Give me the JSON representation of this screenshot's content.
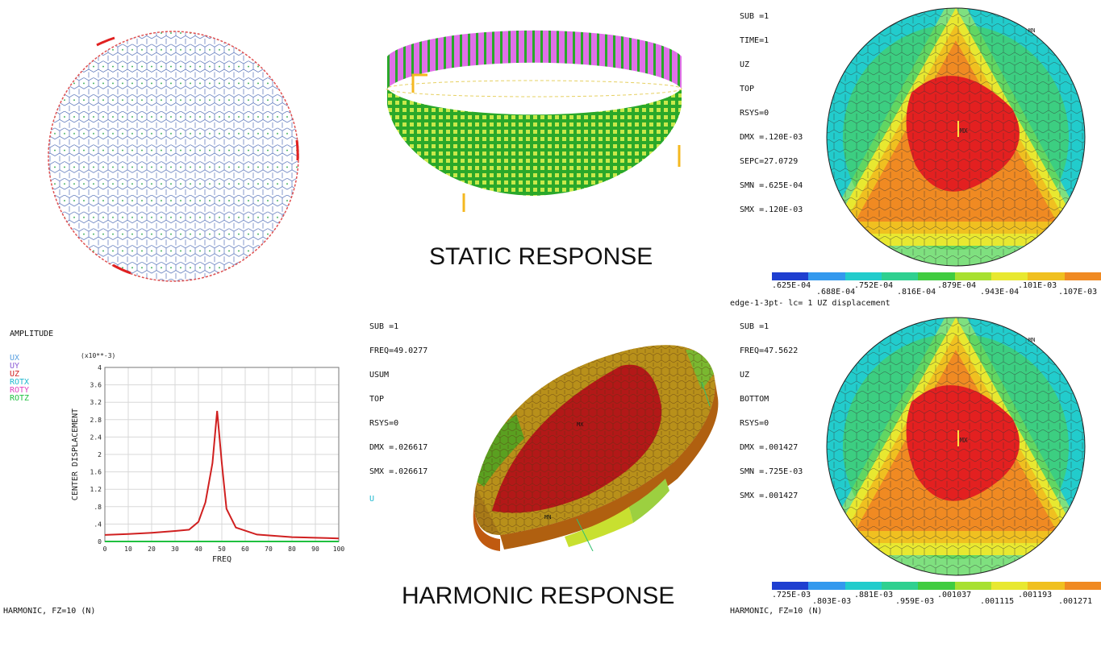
{
  "captions": {
    "static": "STATIC RESPONSE",
    "harmonic": "HARMONIC RESPONSE"
  },
  "static_plot": {
    "info_lines": [
      "SUB =1",
      "TIME=1",
      "UZ",
      "TOP",
      "RSYS=0",
      "DMX =.120E-03",
      "SEPC=27.0729",
      "SMN =.625E-04",
      "SMX =.120E-03"
    ],
    "mn": "MN",
    "mx": "MX",
    "legend": [
      "blue",
      "lightblue",
      "cyan",
      "aqua",
      "green",
      "lightgreen",
      "yellow",
      "gold",
      "orange",
      "red"
    ],
    "legend_labels_top": [
      ".625E-04",
      ".752E-04",
      ".879E-04",
      ".101E-03"
    ],
    "legend_labels_bottom": [
      ".688E-04",
      ".816E-04",
      ".943E-04",
      ".107E-03"
    ],
    "footer": "edge-1-3pt- lc= 1 UZ displacement"
  },
  "harmonic_contour": {
    "info_lines": [
      "SUB =1",
      "FREQ=47.5622",
      "UZ",
      "BOTTOM",
      "RSYS=0",
      "DMX =.001427",
      "SMN =.725E-03",
      "SMX =.001427"
    ],
    "mn": "MN",
    "mx": "MX",
    "legend_labels_top": [
      ".725E-03",
      ".881E-03",
      ".001037",
      ".001193"
    ],
    "legend_labels_bottom": [
      ".803E-03",
      ".959E-03",
      ".001115",
      ".001271"
    ],
    "footer": "HARMONIC, FZ=10 (N)"
  },
  "harmonic_3d": {
    "info_lines": [
      "SUB =1",
      "FREQ=49.0277",
      "USUM",
      "TOP",
      "RSYS=0",
      "DMX =.026617",
      "SMX =.026617"
    ],
    "u": "U",
    "mn": "MN",
    "mx": "MX"
  },
  "amplitude_chart": {
    "legend_title": "AMPLITUDE",
    "legend": [
      {
        "name": "UX",
        "color": "#5aa0e0"
      },
      {
        "name": "UY",
        "color": "#8a5cd6"
      },
      {
        "name": "UZ",
        "color": "#d02020"
      },
      {
        "name": "ROTX",
        "color": "#20b8d0"
      },
      {
        "name": "ROTY",
        "color": "#e040c0"
      },
      {
        "name": "ROTZ",
        "color": "#20c040"
      }
    ],
    "scale_label": "(x10**-3)",
    "ylabel": "CENTER DISPLACEMENT",
    "xlabel": "FREQ",
    "footer": "HARMONIC, FZ=10 (N)"
  },
  "chart_data": {
    "type": "line",
    "xlabel": "FREQ",
    "ylabel": "CENTER DISPLACEMENT",
    "xlim": [
      0,
      100
    ],
    "ylim": [
      0,
      4
    ],
    "x_ticks": [
      "0",
      "10",
      "20",
      "30",
      "40",
      "50",
      "60",
      "70",
      "80",
      "90",
      "100"
    ],
    "y_ticks": [
      "0",
      ".4",
      ".8",
      "1.2",
      "1.6",
      "2",
      "2.4",
      "2.8",
      "3.2",
      "3.6",
      "4"
    ],
    "grid": true,
    "series": [
      {
        "name": "UZ",
        "color": "#d02020",
        "x": [
          0,
          10,
          20,
          30,
          36,
          40,
          43,
          46,
          48,
          50,
          52,
          56,
          65,
          80,
          95,
          100
        ],
        "y": [
          0.15,
          0.17,
          0.2,
          0.24,
          0.27,
          0.45,
          0.9,
          1.8,
          3.0,
          1.8,
          0.75,
          0.32,
          0.16,
          0.1,
          0.08,
          0.07
        ]
      },
      {
        "name": "ROTZ",
        "color": "#20c040",
        "x": [
          0,
          100
        ],
        "y": [
          0.0,
          0.0
        ]
      }
    ]
  }
}
